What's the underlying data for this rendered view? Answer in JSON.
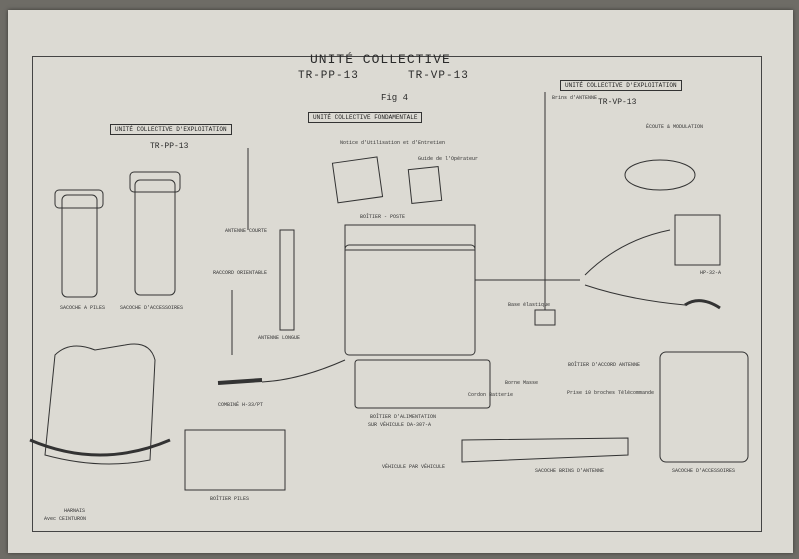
{
  "header": {
    "title": "UNITÉ COLLECTIVE",
    "subtitle_left": "TR-PP-13",
    "subtitle_right": "TR-VP-13",
    "fig": "Fig 4"
  },
  "sections": {
    "left_box": "UNITÉ COLLECTIVE D'EXPLOITATION",
    "left_sub": "TR-PP-13",
    "center_box": "UNITÉ COLLECTIVE FONDAMENTALE",
    "right_box": "UNITÉ COLLECTIVE D'EXPLOITATION",
    "right_sub": "TR-VP-13",
    "ecoute": "ÉCOUTE & MODULATION"
  },
  "labels": {
    "sacoche_piles": "SACOCHE A PILES",
    "sacoche_acc": "SACOCHE D'ACCESSOIRES",
    "antenne_courte": "ANTENNE COURTE",
    "raccord": "RACCORD ORIENTABLE",
    "antenne_longue": "ANTENNE LONGUE",
    "notice": "Notice d'Utilisation et d'Entretien",
    "guide": "Guide de l'Opérateur",
    "boitier_poste": "BOÎTIER - POSTE",
    "combine": "COMBINÉ H-33/PT",
    "boitier_alim": "BOÎTIER D'ALIMENTATION",
    "sur_vehicule": "SUR VÉHICULE DA-307-A",
    "brins": "Brins d'ANTENNE",
    "base_elastique": "Base élastique",
    "boitier_accord": "BOÎTIER D'ACCORD ANTENNE",
    "borne_masse": "Borne Masse",
    "cordon_batterie": "Cordon Batterie",
    "prise": "Prise 10 broches Télécommande",
    "sacoche_brins": "SACOCHE BRINS D'ANTENNE",
    "sacoche_acc2": "SACOCHE D'ACCESSOIRES",
    "boitier_piles": "BOÎTIER PILES",
    "harnais": "HARNAIS",
    "avec_centuron": "Avec CEINTURON",
    "hp": "HP-32-A",
    "vehicule_note": "VÉHICULE PAR VÉHICULE"
  }
}
